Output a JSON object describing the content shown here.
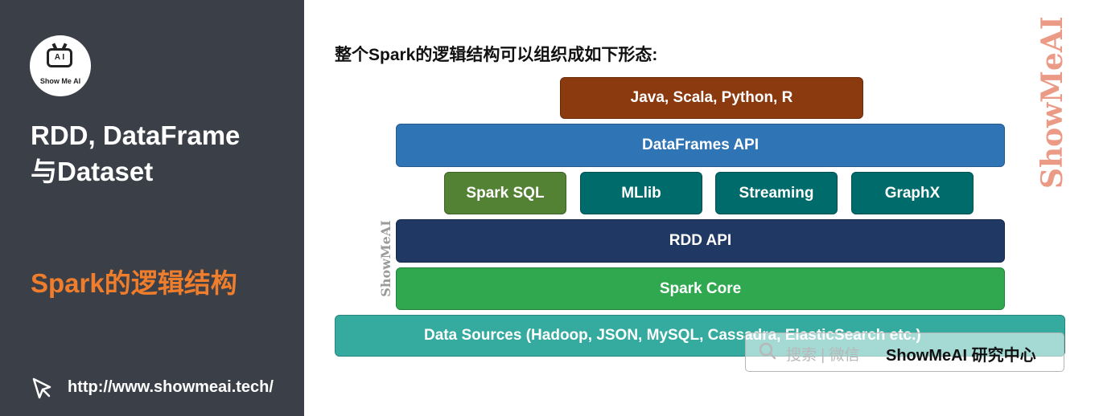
{
  "sidebar": {
    "logo_text": "Show Me AI",
    "logo_ai": "A I",
    "title_line1": "RDD, DataFrame",
    "title_line2": "与Dataset",
    "section": "Spark的逻辑结构",
    "url": "http://www.showmeai.tech/"
  },
  "main": {
    "heading": "整个Spark的逻辑结构可以组织成如下形态:",
    "layers": {
      "languages": "Java, Scala, Python, R",
      "dataframes": "DataFrames API",
      "sparksql": "Spark SQL",
      "mllib": "MLlib",
      "streaming": "Streaming",
      "graphx": "GraphX",
      "rdd": "RDD API",
      "core": "Spark Core",
      "datasources": "Data Sources (Hadoop,  JSON, MySQL,  Cassadra, ElasticSearch etc.)"
    },
    "watermark": "ShowMeAI",
    "search": {
      "hint": "搜索 | 微信",
      "brand": "ShowMeAI 研究中心"
    }
  },
  "colors": {
    "sidebar_bg": "#3b4048",
    "accent_orange": "#f07d2b",
    "languages": "#8b3a10",
    "dataframes": "#2f74b5",
    "sparksql": "#548235",
    "libs_teal": "#006b6b",
    "rdd": "#1f3864",
    "core": "#2fa84f",
    "datasources": "#35aba0"
  },
  "icons": [
    "robot-logo-icon",
    "cursor-click-icon",
    "search-icon"
  ]
}
